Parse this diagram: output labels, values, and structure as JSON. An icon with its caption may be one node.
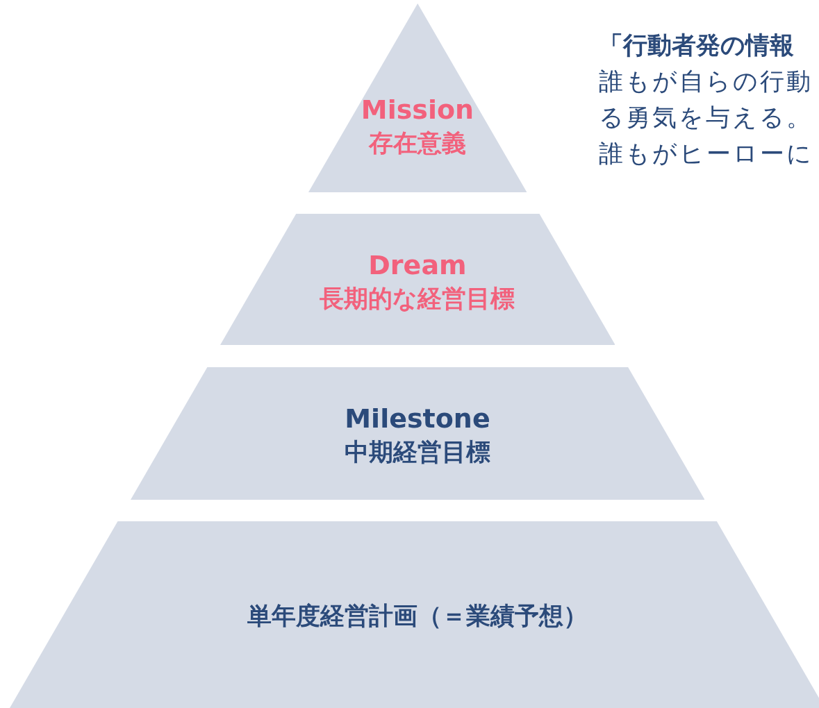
{
  "diagram": {
    "nodes": [
      {
        "text": [
          "Mission",
          "存在意義"
        ]
      },
      {
        "text": [
          "Dream",
          "長期的な経営目標"
        ]
      },
      {
        "text": [
          "Milestone",
          "中期経営目標"
        ]
      },
      {
        "text": [
          "単年度経営計画（＝業績予想）"
        ]
      }
    ],
    "labels": [
      "「行動者発の情報",
      "誰もが自らの行動",
      "る勇気を与える。",
      "誰もがヒーローに"
    ]
  }
}
